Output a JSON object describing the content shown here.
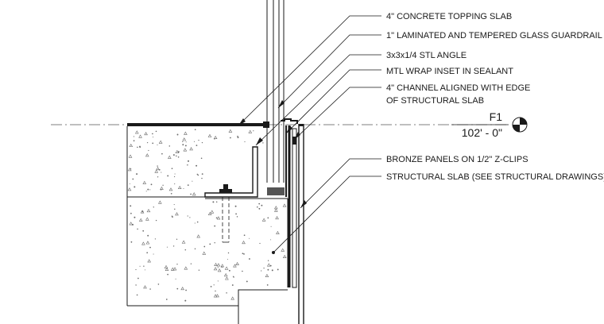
{
  "drawing": {
    "title": "",
    "callouts": [
      {
        "id": "topping-slab",
        "lines": [
          "4\" CONCRETE TOPPING SLAB"
        ]
      },
      {
        "id": "glass-guardrail",
        "lines": [
          "1\" LAMINATED AND TEMPERED GLASS GUARDRAIL"
        ]
      },
      {
        "id": "stl-angle",
        "lines": [
          "3x3x1/4 STL ANGLE"
        ]
      },
      {
        "id": "mtl-wrap",
        "lines": [
          "MTL WRAP INSET IN SEALANT"
        ]
      },
      {
        "id": "channel",
        "lines": [
          "4\" CHANNEL ALIGNED WITH EDGE",
          "OF STRUCTURAL SLAB"
        ]
      },
      {
        "id": "bronze-panels",
        "lines": [
          "BRONZE PANELS ON 1/2\" Z-CLIPS"
        ]
      },
      {
        "id": "structural-slab",
        "lines": [
          "STRUCTURAL SLAB (SEE STRUCTURAL DRAWINGS)"
        ]
      }
    ],
    "level_marker": {
      "name": "F1",
      "elevation": "102' - 0\""
    },
    "colors": {
      "line": "#1a1a1a",
      "concrete_dots": "#6b6b6b",
      "background": "#ffffff"
    },
    "icons": [
      "level-datum-icon"
    ]
  }
}
